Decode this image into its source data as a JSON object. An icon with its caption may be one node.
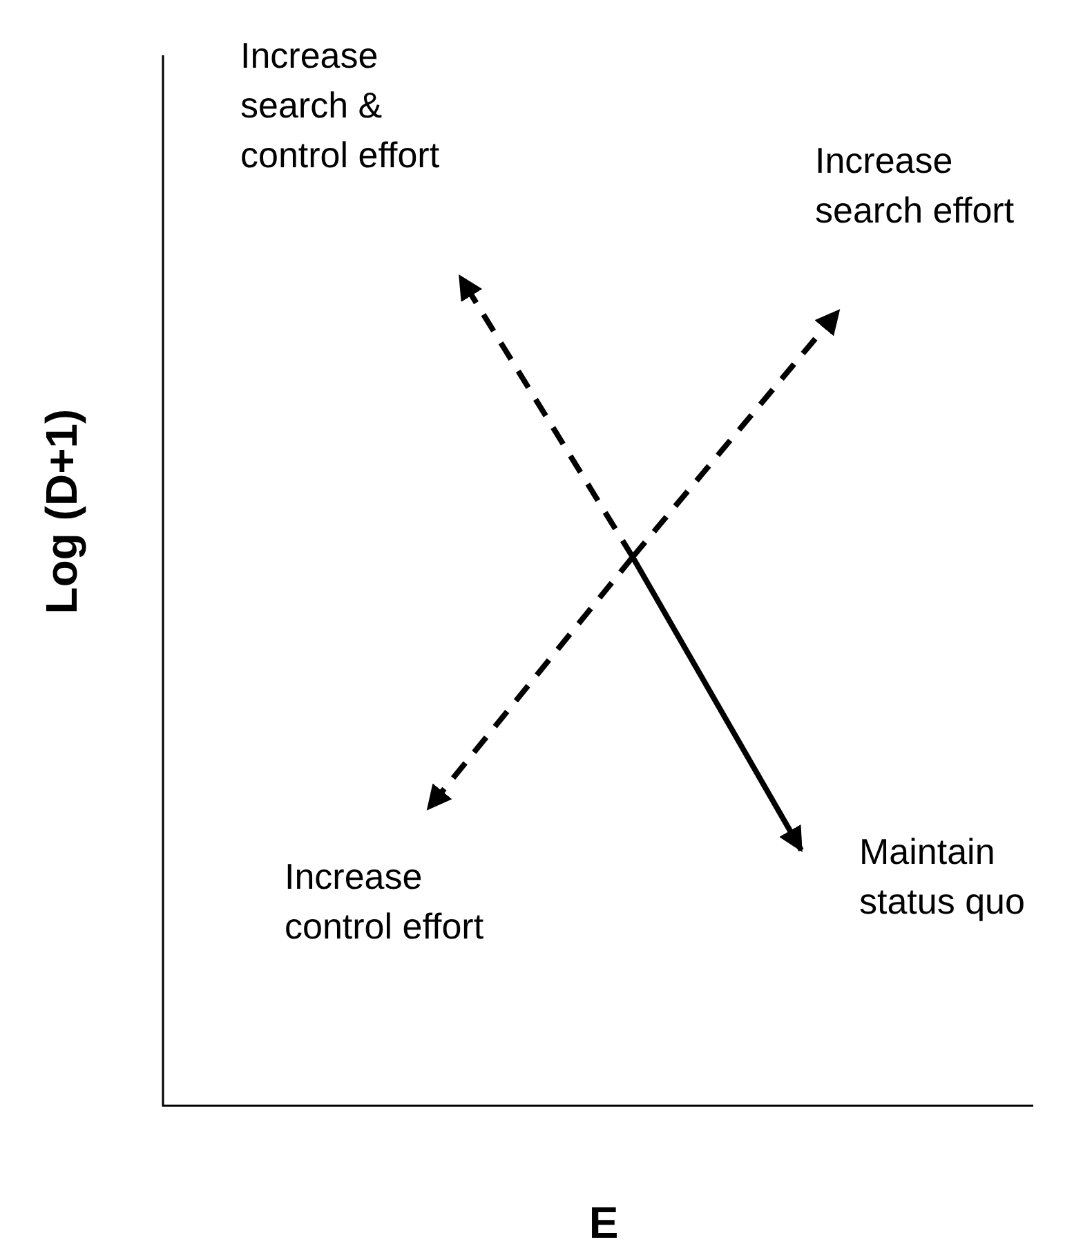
{
  "diagram": {
    "nodes": [
      {
        "text": [
          "Increase search & control effort"
        ]
      },
      {
        "text": [
          "Increase search effort"
        ]
      },
      {
        "text": [
          "Increase control effort"
        ]
      },
      {
        "text": [
          "Maintain status quo"
        ]
      }
    ],
    "edges": [
      {
        "from": null,
        "to": 0,
        "arrow": "to",
        "style": "dashed"
      },
      {
        "from": null,
        "to": 1,
        "arrow": "to",
        "style": "dashed"
      },
      {
        "from": null,
        "to": 2,
        "arrow": "to",
        "style": "dashed"
      },
      {
        "from": null,
        "to": 3,
        "arrow": "to"
      }
    ],
    "labels": [
      "Log (D+1)",
      "E"
    ]
  }
}
